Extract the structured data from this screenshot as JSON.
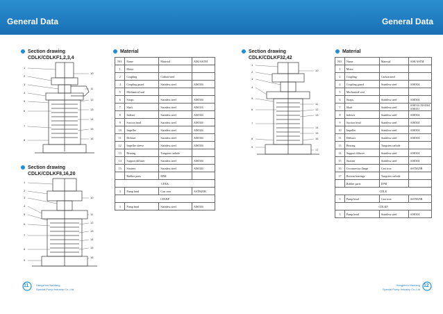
{
  "header": {
    "left_title": "General Data",
    "right_title": "General Data"
  },
  "sections": {
    "s1": {
      "title": "Section drawing",
      "subtitle": "CDLK/CDLKF1,2,3,4"
    },
    "s2": {
      "title": "Section drawing",
      "subtitle": "CDLK/CDLKF8,16,20"
    },
    "s3": {
      "title": "Section drawing",
      "subtitle": "CDLK/CDLKF32,42"
    },
    "m1": {
      "title": "Material"
    },
    "m2": {
      "title": "Material"
    }
  },
  "drawing_labels": {
    "d1_left": [
      "1",
      "2",
      "3",
      "4",
      "5",
      "6",
      "7",
      "8"
    ],
    "d1_right": [
      "10",
      "11",
      "12",
      "13",
      "14",
      "15",
      "16"
    ],
    "d2_left": [
      "1",
      "2",
      "3",
      "4",
      "5",
      "6",
      "7",
      "8",
      "9"
    ],
    "d2_right": [
      "10",
      "11",
      "12",
      "13",
      "14",
      "15",
      "16"
    ],
    "d3_left": [
      "1",
      "2",
      "3",
      "4",
      "5",
      "6",
      "7",
      "8",
      "9"
    ],
    "d3_right": [
      "10",
      "11",
      "12",
      "13",
      "14",
      "15",
      "16",
      "17"
    ]
  },
  "table1": {
    "headers": [
      "NO.",
      "Name",
      "Material",
      "AISI/ASTM"
    ],
    "rows": [
      [
        "1",
        "Motor",
        "",
        ""
      ],
      [
        "2",
        "Coupling",
        "Carbon steel",
        ""
      ],
      [
        "4",
        "Coupling guard",
        "Stainless steel",
        "AISI304"
      ],
      [
        "5",
        "Mechanical seal",
        "",
        ""
      ],
      [
        "6",
        "Straps",
        "Stainless steel",
        "AISI304"
      ],
      [
        "7",
        "Shaft",
        "Stainless steel",
        "AISI316"
      ],
      [
        "8",
        "Indexer",
        "Stainless steel",
        "AISI304"
      ],
      [
        "9",
        "Suction head",
        "Stainless steel",
        "AISI304"
      ],
      [
        "10",
        "Impeller",
        "Stainless steel",
        "AISI304"
      ],
      [
        "11",
        "Diffuser",
        "Stainless steel",
        "AISI304"
      ],
      [
        "12",
        "Impeller sleeve",
        "Stainless steel",
        "AISI304"
      ],
      [
        "13",
        "Bearing",
        "Tungsten carbide",
        ""
      ],
      [
        "14",
        "Support diffuser",
        "Stainless steel",
        "AISI304"
      ],
      [
        "15",
        "Strainer",
        "Stainless steel",
        "AISI304"
      ],
      [
        "",
        "Rubber parts",
        "EPM",
        ""
      ]
    ],
    "group1_label": "CDLK",
    "group1_rows": [
      [
        "3",
        "Pump head",
        "Cast iron",
        "ASTM25B"
      ]
    ],
    "group2_label": "CDLKF",
    "group2_rows": [
      [
        "3",
        "Pump head",
        "Stainless steel",
        "AISI304"
      ]
    ]
  },
  "table2": {
    "headers": [
      "NO.",
      "Name",
      "Material",
      "AISI/ASTM"
    ],
    "rows": [
      [
        "1",
        "Motor",
        "",
        ""
      ],
      [
        "2",
        "Coupling",
        "Carbon steel",
        ""
      ],
      [
        "4",
        "Coupling guard",
        "Stainless steel",
        "AISI304"
      ],
      [
        "5",
        "Mechanical seal",
        "",
        ""
      ],
      [
        "6",
        "Straps",
        "Stainless steel",
        "AISI304"
      ],
      [
        "7",
        "Shaft",
        "Stainless steel",
        "AISI316 AISI304 AISI431"
      ],
      [
        "8",
        "Indexer",
        "Stainless steel",
        "AISI304"
      ],
      [
        "9",
        "Suction head",
        "Stainless steel",
        "AISI304"
      ],
      [
        "10",
        "Impeller",
        "Stainless steel",
        "AISI304"
      ],
      [
        "11",
        "Diffuser",
        "Stainless steel",
        "AISI304"
      ],
      [
        "13",
        "Bearing",
        "Tungsten carbide",
        ""
      ],
      [
        "14",
        "Support diffuser",
        "Stainless steel",
        "AISI304"
      ],
      [
        "15",
        "Strainer",
        "Stainless steel",
        "AISI304"
      ],
      [
        "16",
        "Cvconnector flange",
        "Cast iron",
        "ASTM25B"
      ],
      [
        "17",
        "Bottom bearings",
        "Tungsten carbide",
        ""
      ],
      [
        "",
        "Rubber parts",
        "EPM",
        ""
      ]
    ],
    "group1_label": "CDLK",
    "group1_rows": [
      [
        "3",
        "Pump head",
        "Cast iron",
        "ASTM25B"
      ]
    ],
    "group2_label": "CDLKF",
    "group2_rows": [
      [
        "3",
        "Pump head",
        "Stainless steel",
        "AISI304"
      ]
    ]
  },
  "footer": {
    "left_page": "11",
    "right_page": "12",
    "company_line1": "Hangzhou Nanfang",
    "company_line2": "Special Pump Industry Co.,Ltd"
  },
  "colors": {
    "brand_blue": "#1f8fd6",
    "header_blue": "#1a6fb5"
  }
}
